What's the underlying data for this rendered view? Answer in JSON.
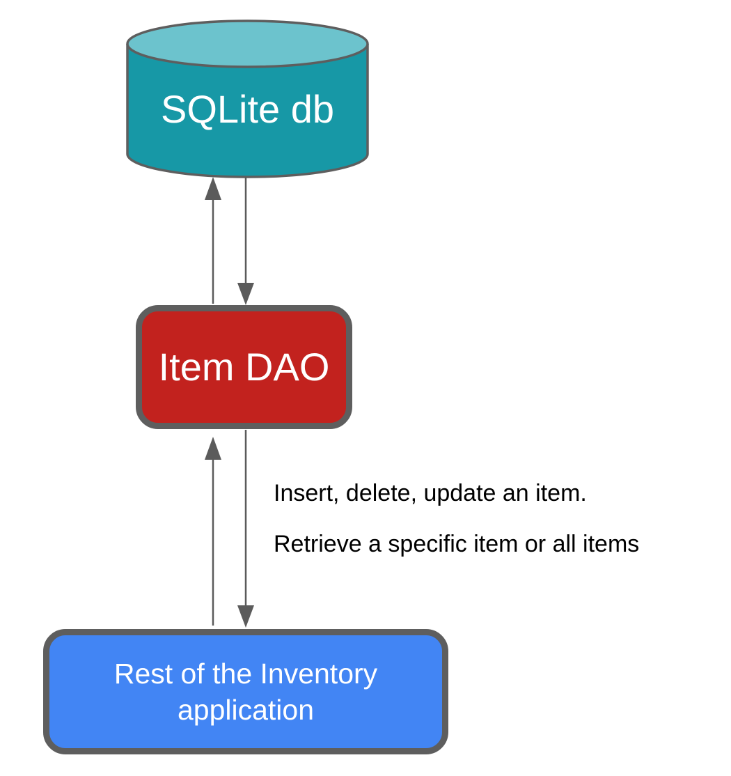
{
  "colors": {
    "background": "#ffffff",
    "db_body": "#1798a6",
    "db_top": "#6cc3cd",
    "node_border": "#5e5e5e",
    "dao_fill": "#c2221e",
    "app_fill": "#4285f4",
    "arrow": "#5b5b5b",
    "label_text": "#ffffff",
    "annotation_text": "#000000"
  },
  "nodes": {
    "database": {
      "label": "SQLite db",
      "shape": "cylinder"
    },
    "dao": {
      "label": "Item DAO",
      "shape": "rounded-rect"
    },
    "app": {
      "label": "Rest of the Inventory application",
      "shape": "rounded-rect"
    }
  },
  "annotation": {
    "line1": "Insert, delete, update an item.",
    "line2": "Retrieve a specific item or all items"
  },
  "arrows": [
    {
      "from": "dao",
      "to": "database",
      "direction": "up"
    },
    {
      "from": "database",
      "to": "dao",
      "direction": "down"
    },
    {
      "from": "app",
      "to": "dao",
      "direction": "up"
    },
    {
      "from": "dao",
      "to": "app",
      "direction": "down"
    }
  ]
}
